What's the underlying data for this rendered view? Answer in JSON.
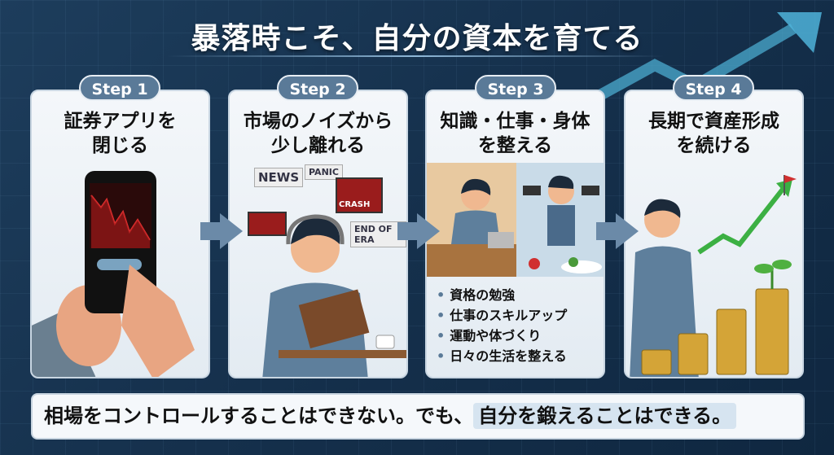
{
  "title": "暴落時こそ、自分の資本を育てる",
  "steps": [
    {
      "badge": "Step 1",
      "line1": "証券アプリを",
      "line2": "閉じる"
    },
    {
      "badge": "Step 2",
      "line1": "市場のノイズから",
      "line2": "少し離れる",
      "news": [
        "NEWS",
        "PANIC",
        "CRASH",
        "END OF ERA"
      ]
    },
    {
      "badge": "Step 3",
      "line1": "知識・仕事・身体",
      "line2": "を整える",
      "items": [
        "資格の勉強",
        "仕事のスキルアップ",
        "運動や体づくり",
        "日々の生活を整える"
      ]
    },
    {
      "badge": "Step 4",
      "line1": "長期で資産形成",
      "line2": "を続ける"
    }
  ],
  "bottom": {
    "text": "相場をコントロールすることはできない。でも、",
    "highlight": "自分を鍛えることはできる。"
  },
  "colors": {
    "accent": "#5a7a98",
    "arrow": "#4fb3d9",
    "chart_red": "#c0392b",
    "chart_green": "#3cb043"
  }
}
